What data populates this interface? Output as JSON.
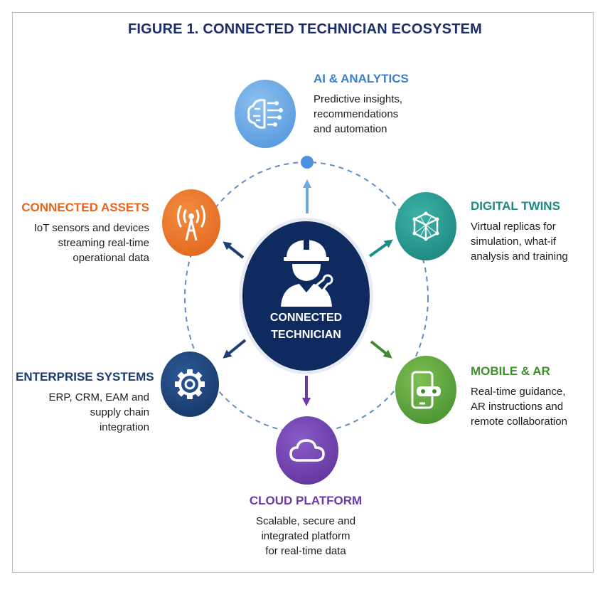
{
  "title": "FIGURE 1. CONNECTED TECHNICIAN ECOSYSTEM",
  "hub": {
    "label": "CONNECTED\nTECHNICIAN",
    "color": "#0f2a5e",
    "icon": "technician-hardhat-icon"
  },
  "nodes": {
    "ai": {
      "title": "AI & ANALYTICS",
      "desc": "Predictive insights,\nrecommendations\nand automation",
      "color": "#3f86d6",
      "icon": "brain-circuit-icon"
    },
    "twins": {
      "title": "DIGITAL TWINS",
      "desc": "Virtual replicas for\nsimulation, what-if\nanalysis and training",
      "color": "#1f8f86",
      "icon": "wireframe-cube-icon"
    },
    "mobile": {
      "title": "MOBILE & AR",
      "desc": "Real-time guidance,\nAR instructions and\nremote collaboration",
      "color": "#4f9a35",
      "icon": "phone-ar-headset-icon"
    },
    "cloud": {
      "title": "CLOUD PLATFORM",
      "desc": "Scalable, secure and\nintegrated platform\nfor real-time data",
      "color": "#6a3aa6",
      "icon": "cloud-icon"
    },
    "enterprise": {
      "title": "ENTERPRISE SYSTEMS",
      "desc": "ERP, CRM, EAM and\nsupply chain\nintegration",
      "color": "#1b3f73",
      "icon": "gear-icon"
    },
    "assets": {
      "title": "CONNECTED ASSETS",
      "desc": "IoT sensors and devices\nstreaming real-time\noperational data",
      "color": "#e86a1d",
      "icon": "antenna-signal-icon"
    }
  }
}
